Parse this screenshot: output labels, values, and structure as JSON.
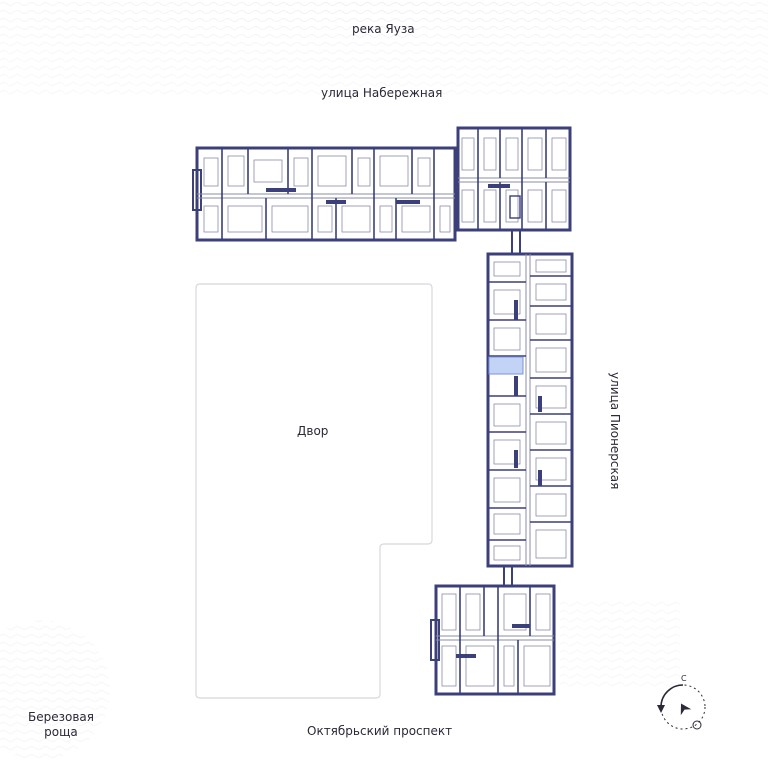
{
  "labels": {
    "river": "река Яуза",
    "north_street": "улица Набережная",
    "east_street": "улица Пионерская",
    "courtyard": "Двор",
    "south_street": "Октябрьский проспект",
    "grove_line1": "Березовая",
    "grove_line2": "роща"
  },
  "colors": {
    "wall": "#3b3f7a",
    "thin_line": "#8a8ca8",
    "highlight": "#c3d3f6",
    "courtyard_border": "#d8d8de",
    "text": "#2a2a38",
    "pattern": "#e3e8f3"
  },
  "icons": {
    "compass": "compass-icon"
  },
  "selected_unit": "highlighted-apartment"
}
